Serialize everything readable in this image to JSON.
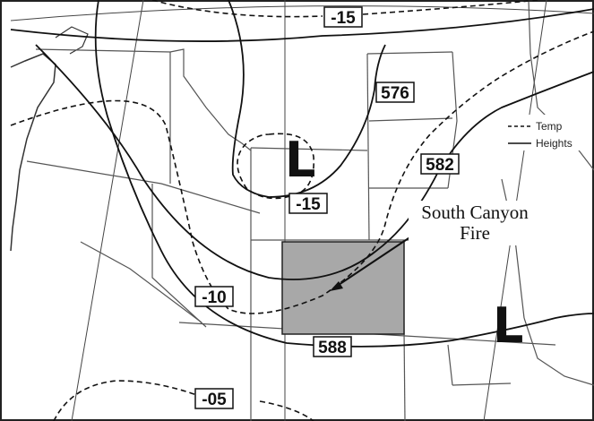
{
  "map": {
    "contour_labels": {
      "temp_top": "-15",
      "temp_center": "-15",
      "temp_left": "-10",
      "temp_bottom": "-05",
      "height_576": "576",
      "height_582": "582",
      "height_588": "588"
    },
    "lows": {
      "north": "L",
      "southeast": "L"
    },
    "annotation": {
      "line1": "South Canyon",
      "line2": "Fire"
    },
    "legend": {
      "temp": "Temp",
      "heights": "Heights"
    },
    "colors": {
      "highlight_state_fill": "#a8a8a8",
      "lines": "#111111",
      "borders": "#555555"
    }
  }
}
